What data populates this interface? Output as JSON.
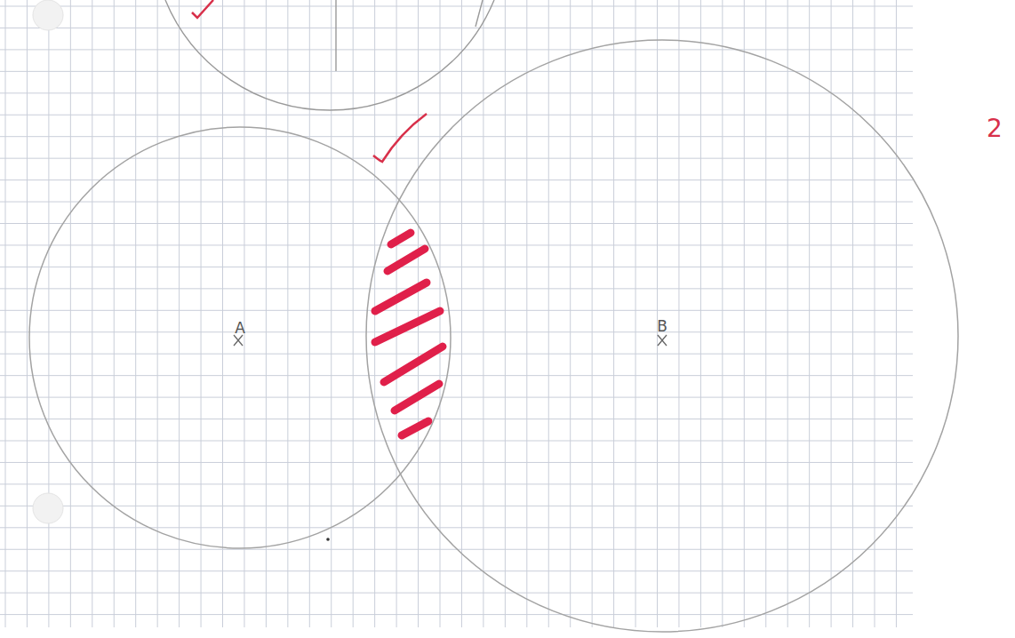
{
  "diagram": {
    "nodes": [
      {
        "text": [
          "A"
        ]
      },
      {
        "text": [
          "B"
        ]
      }
    ],
    "labels": [
      "2"
    ]
  }
}
